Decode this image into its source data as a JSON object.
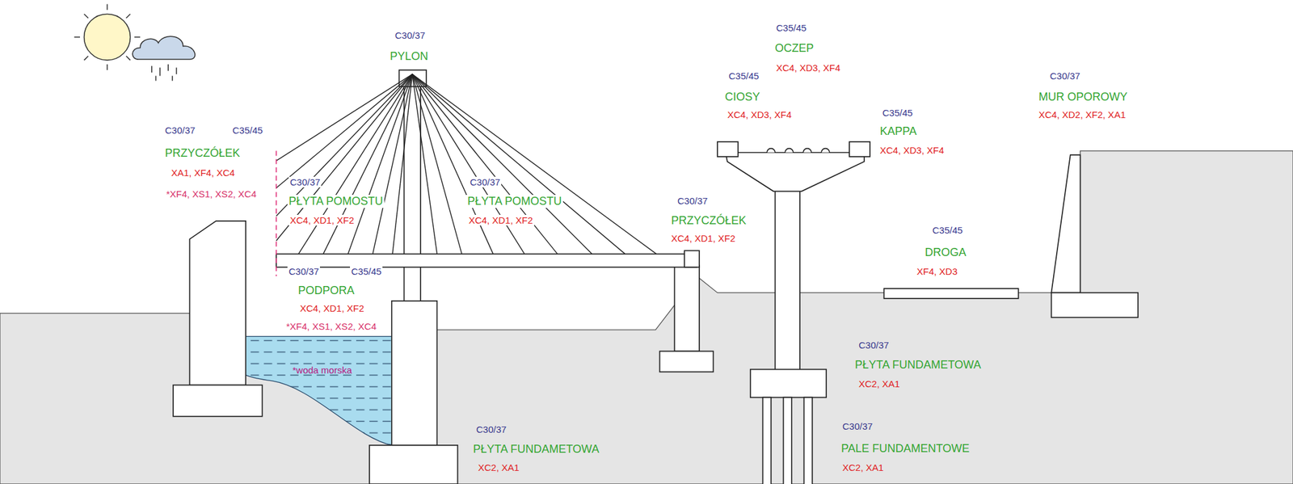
{
  "diagram": {
    "labels": [
      "C30/37",
      "PYLON",
      "C30/37",
      "C35/45",
      "PRZYCZÓŁEK",
      "XA1, XF4, XC4",
      "*XF4, XS1, XS2, XC4",
      "C30/37",
      "PŁYTA POMOSTU",
      "XC4, XD1, XF2",
      "C30/37",
      "PŁYTA POMOSTU",
      "XC4, XD1, XF2",
      "C30/37",
      "C35/45",
      "PODPORA",
      "XC4, XD1, XF2",
      "*XF4, XS1, XS2, XC4",
      "*woda morska",
      "C30/37",
      "PŁYTA FUNDAMETOWA",
      "XC2, XA1",
      "C30/37",
      "PRZYCZÓŁEK",
      "XC4, XD1, XF2",
      "C35/45",
      "OCZEP",
      "XC4, XD3, XF4",
      "C35/45",
      "CIOSY",
      "XC4, XD3, XF4",
      "C35/45",
      "KAPPA",
      "XC4, XD3, XF4",
      "C30/37",
      "MUR OPOROWY",
      "XC4, XD2, XF2, XA1",
      "C35/45",
      "DROGA",
      "XF4, XD3",
      "C30/37",
      "PŁYTA FUNDAMETOWA",
      "XC2, XA1",
      "C30/37",
      "PALE FUNDAMENTOWE",
      "XC2, XA1"
    ]
  }
}
